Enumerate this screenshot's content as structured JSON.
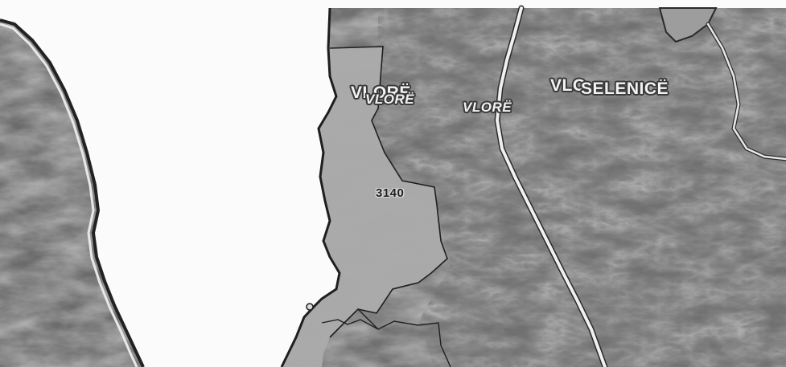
{
  "map": {
    "labels": {
      "vlore_overlap_a": "VLORË",
      "vlore_overlap_b": "VLORË",
      "vlore_road": "VLORË",
      "vlo_overlap": "VLO",
      "selenice": "SELENICË",
      "zone_code": "3140"
    },
    "colors": {
      "sea": "#fbfbfb",
      "terrain_dark": "#3b3b3b",
      "terrain_mid": "#6e6e6e",
      "terrain_light": "#9a9a9a",
      "highlight_zone": "#a8a8a8",
      "road": "#f0f0f0",
      "boundary": "#1f1f1f"
    }
  }
}
